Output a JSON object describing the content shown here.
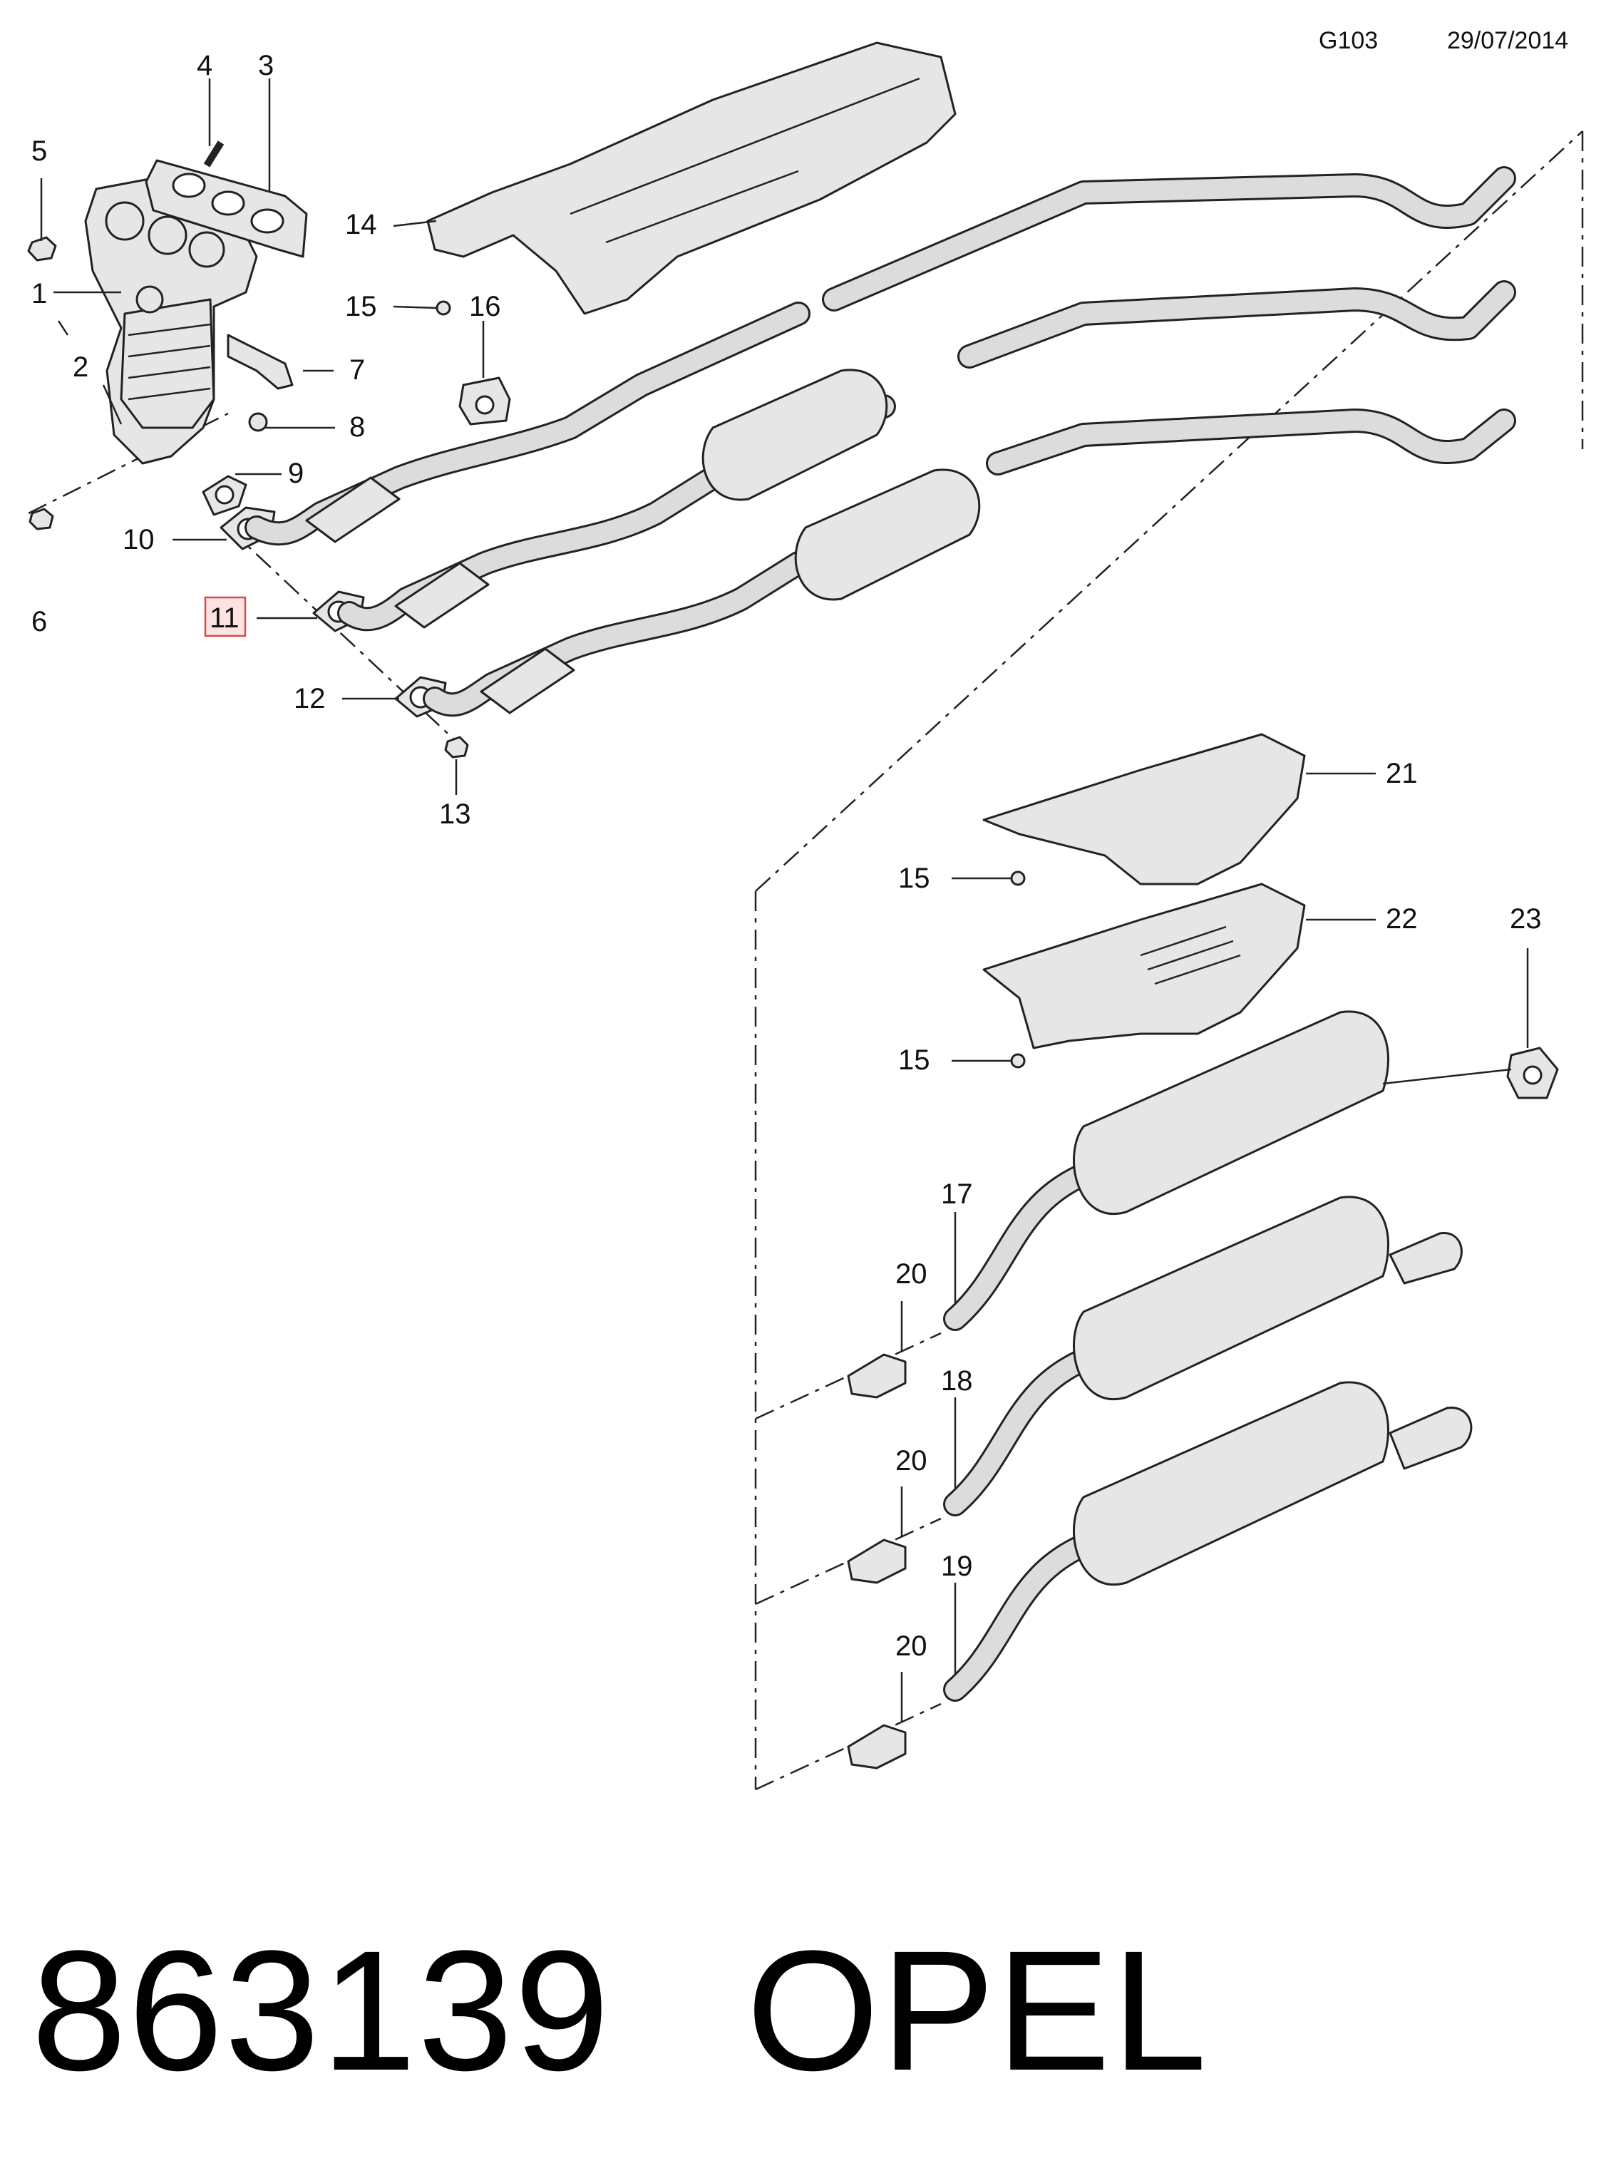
{
  "header": {
    "code": "G103",
    "date": "29/07/2014"
  },
  "callouts": {
    "c1": "1",
    "c2": "2",
    "c3": "3",
    "c4": "4",
    "c5": "5",
    "c6": "6",
    "c7": "7",
    "c8": "8",
    "c9": "9",
    "c10": "10",
    "c11": "11",
    "c12": "12",
    "c13": "13",
    "c14": "14",
    "c15a": "15",
    "c15b": "15",
    "c15c": "15",
    "c16": "16",
    "c17": "17",
    "c18": "18",
    "c19": "19",
    "c20a": "20",
    "c20b": "20",
    "c20c": "20",
    "c21": "21",
    "c22": "22",
    "c23": "23"
  },
  "highlighted_callout": "11",
  "footer": {
    "part_number": "863139",
    "brand": "OPEL"
  },
  "colors": {
    "highlight_fill": "#fde2e2",
    "highlight_border": "#d84a4a",
    "line": "#222222",
    "part_fill": "#e6e6e6"
  }
}
